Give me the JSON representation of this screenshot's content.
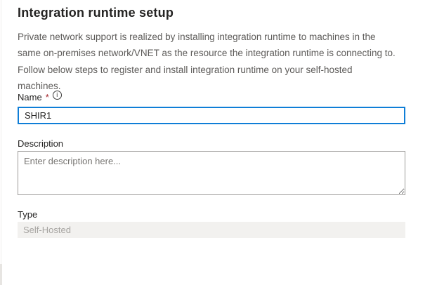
{
  "panel": {
    "title": "Integration runtime setup",
    "intro_lines": [
      "Private network support is realized by installing integration runtime to machines in the",
      "same on-premises network/VNET as the resource the integration runtime is connecting to.",
      "Follow below steps to register and install integration runtime on your self-hosted",
      "machines."
    ],
    "name_field": {
      "label": "Name",
      "required_marker": "*",
      "info_icon": "info-icon",
      "info_glyph": "i",
      "value": "SHIR1"
    },
    "description_field": {
      "label": "Description",
      "placeholder": "Enter description here..."
    },
    "type_field": {
      "label": "Type",
      "value": "Self-Hosted"
    },
    "colors": {
      "focus_border_blue": "#0f7ed7",
      "required_red": "#a4262c",
      "disabled_field_bg": "#f2f1ef",
      "body_text_gray": "#5d5b59"
    }
  }
}
